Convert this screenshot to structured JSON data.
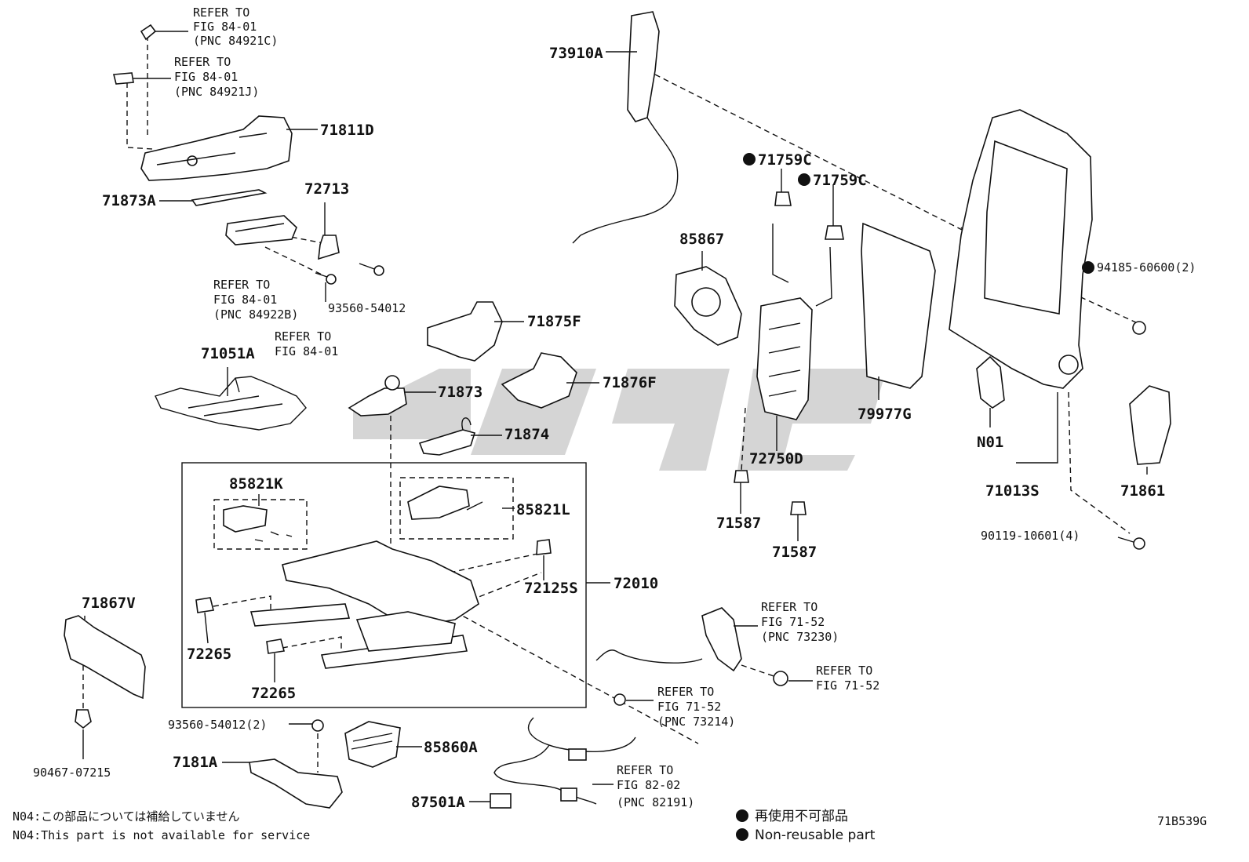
{
  "parts": {
    "p73910A": "73910A",
    "p71811D": "71811D",
    "p71873A": "71873A",
    "p72713": "72713",
    "p93560_54012": "93560-54012",
    "p71051A": "71051A",
    "p71875F": "71875F",
    "p71876F": "71876F",
    "p71873": "71873",
    "p71874": "71874",
    "p85867": "85867",
    "p71759C_a": "71759C",
    "p71759C_b": "71759C",
    "p72750D": "72750D",
    "p79977G": "79977G",
    "p94185": "94185-60600(2)",
    "pN01": "N01",
    "p71013S": "71013S",
    "p71861": "71861",
    "p90119": "90119-10601(4)",
    "p71587_a": "71587",
    "p71587_b": "71587",
    "p85821K": "85821K",
    "p85821L": "85821L",
    "p72125S": "72125S",
    "p72010": "72010",
    "p72265_a": "72265",
    "p72265_b": "72265",
    "p71867V": "71867V",
    "p90467": "90467-07215",
    "p93560_2": "93560-54012(2)",
    "p7181A": "7181A",
    "p85860A": "85860A",
    "p87501A": "87501A"
  },
  "refs": {
    "r84921C": [
      "REFER TO",
      "FIG 84-01",
      "(PNC 84921C)"
    ],
    "r84921J": [
      "REFER TO",
      "FIG 84-01",
      "(PNC 84921J)"
    ],
    "r84922B": [
      "REFER TO",
      "FIG 84-01",
      "(PNC 84922B)"
    ],
    "r8401": [
      "REFER TO",
      "FIG 84-01"
    ],
    "r73230": [
      "REFER TO",
      "FIG 71-52",
      "(PNC 73230)"
    ],
    "r7152": [
      "REFER TO",
      "FIG 71-52"
    ],
    "r73214": [
      "REFER TO",
      "FIG 71-52",
      "(PNC 73214)"
    ],
    "r82191": [
      "REFER TO",
      "FIG 82-02",
      "(PNC 82191)"
    ]
  },
  "notes": {
    "jp": "N04:この部品については補給していません",
    "en": "N04:This part is not available for service"
  },
  "legend": {
    "jp": "再使用不可部品",
    "en": "Non-reusable part"
  },
  "figure_code": "71B539G",
  "colors": {
    "line": "#111111",
    "watermark": "#b9b9b9"
  }
}
